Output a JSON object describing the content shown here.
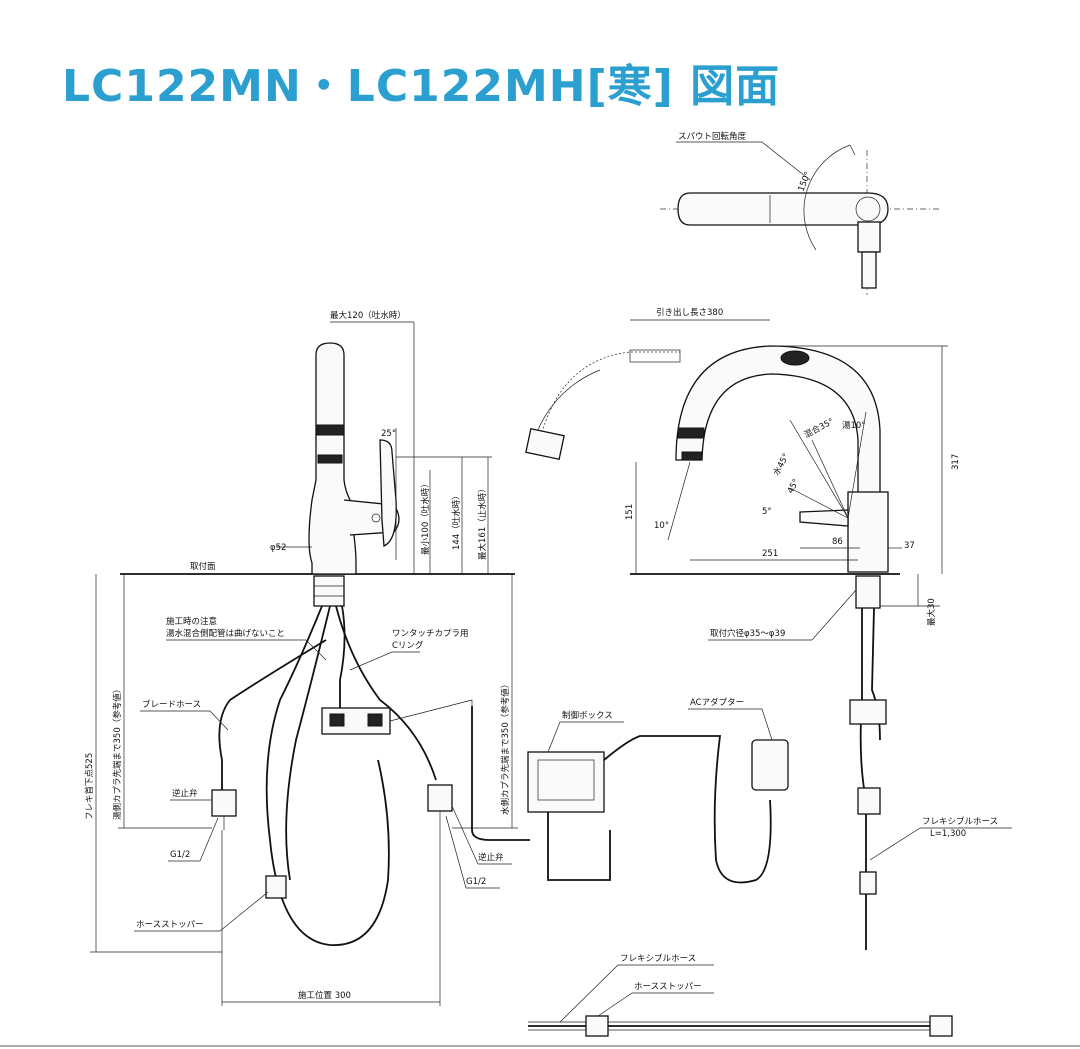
{
  "title": "LC122MN・LC122MH[寒] 図面",
  "labels": {
    "spout_rotation": "スパウト回転角度",
    "deg150": "150°",
    "max120": "最大120（吐水時）",
    "deg25": "25°",
    "dia52": "φ52",
    "mount_surface": "取付面",
    "max161": "最大161（止水時）",
    "dim144": "144（吐水時）",
    "min": "最小100（吐水時）",
    "pullout380": "引き出し長さ380",
    "deg10_top": "湯10°",
    "mix35": "混合35°",
    "water45": "水45°",
    "deg45": "45°",
    "deg5": "5°",
    "dim151": "151",
    "deg10": "10°",
    "dim251": "251",
    "dim86": "86",
    "dim37": "37",
    "dim317": "317",
    "max30": "最大30",
    "hole": "取付穴径φ35〜φ39",
    "caution1": "施工時の注意",
    "caution2": "湯水混合側配管は曲げないこと",
    "coupler1": "ワンタッチカプラ用",
    "coupler2": "Cリング",
    "braided": "ブレードホース",
    "flex525": "フレキ首下点525",
    "hot350": "湯側カプラ先端まで350（参考値）",
    "cold350": "水側カプラ先端まで350（参考値）",
    "check_valve": "逆止弁",
    "g12": "G1/2",
    "hose_stopper": "ホースストッパー",
    "control_box": "制御ボックス",
    "ac_adapter": "ACアダプター",
    "flex_hose": "フレキシブルホース",
    "flex_len": "L=1,300",
    "install300": "施工位置 300"
  },
  "icons": [
    "faucet-front-view",
    "faucet-side-view",
    "faucet-top-view",
    "control-box-icon",
    "ac-adapter-icon",
    "check-valve-icon",
    "hose-stopper-icon"
  ]
}
